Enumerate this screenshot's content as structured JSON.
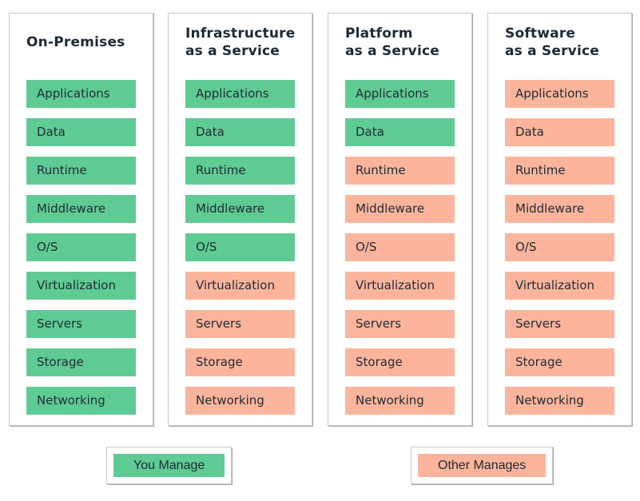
{
  "colors": {
    "you_manage_green": "#5fcb94",
    "other_manages_salmon": "#fcb59c",
    "label_text": "#1e2a35",
    "box_border": "#c8c8c8",
    "box_shadow": "#a9a9a9"
  },
  "columns": [
    {
      "title": "On-Premises",
      "layers": [
        {
          "label": "Applications",
          "managed": "you"
        },
        {
          "label": "Data",
          "managed": "you"
        },
        {
          "label": "Runtime",
          "managed": "you"
        },
        {
          "label": "Middleware",
          "managed": "you"
        },
        {
          "label": "O/S",
          "managed": "you"
        },
        {
          "label": "Virtualization",
          "managed": "you"
        },
        {
          "label": "Servers",
          "managed": "you"
        },
        {
          "label": "Storage",
          "managed": "you"
        },
        {
          "label": "Networking",
          "managed": "you"
        }
      ]
    },
    {
      "title": "Infrastructure\nas a Service",
      "layers": [
        {
          "label": "Applications",
          "managed": "you"
        },
        {
          "label": "Data",
          "managed": "you"
        },
        {
          "label": "Runtime",
          "managed": "you"
        },
        {
          "label": "Middleware",
          "managed": "you"
        },
        {
          "label": "O/S",
          "managed": "you"
        },
        {
          "label": "Virtualization",
          "managed": "other"
        },
        {
          "label": "Servers",
          "managed": "other"
        },
        {
          "label": "Storage",
          "managed": "other"
        },
        {
          "label": "Networking",
          "managed": "other"
        }
      ]
    },
    {
      "title": "Platform\nas a Service",
      "layers": [
        {
          "label": "Applications",
          "managed": "you"
        },
        {
          "label": "Data",
          "managed": "you"
        },
        {
          "label": "Runtime",
          "managed": "other"
        },
        {
          "label": "Middleware",
          "managed": "other"
        },
        {
          "label": "O/S",
          "managed": "other"
        },
        {
          "label": "Virtualization",
          "managed": "other"
        },
        {
          "label": "Servers",
          "managed": "other"
        },
        {
          "label": "Storage",
          "managed": "other"
        },
        {
          "label": "Networking",
          "managed": "other"
        }
      ]
    },
    {
      "title": "Software\nas a Service",
      "layers": [
        {
          "label": "Applications",
          "managed": "other"
        },
        {
          "label": "Data",
          "managed": "other"
        },
        {
          "label": "Runtime",
          "managed": "other"
        },
        {
          "label": "Middleware",
          "managed": "other"
        },
        {
          "label": "O/S",
          "managed": "other"
        },
        {
          "label": "Virtualization",
          "managed": "other"
        },
        {
          "label": "Servers",
          "managed": "other"
        },
        {
          "label": "Storage",
          "managed": "other"
        },
        {
          "label": "Networking",
          "managed": "other"
        }
      ]
    }
  ],
  "legend": [
    {
      "label": "You Manage",
      "managed": "you"
    },
    {
      "label": "Other Manages",
      "managed": "other"
    }
  ]
}
